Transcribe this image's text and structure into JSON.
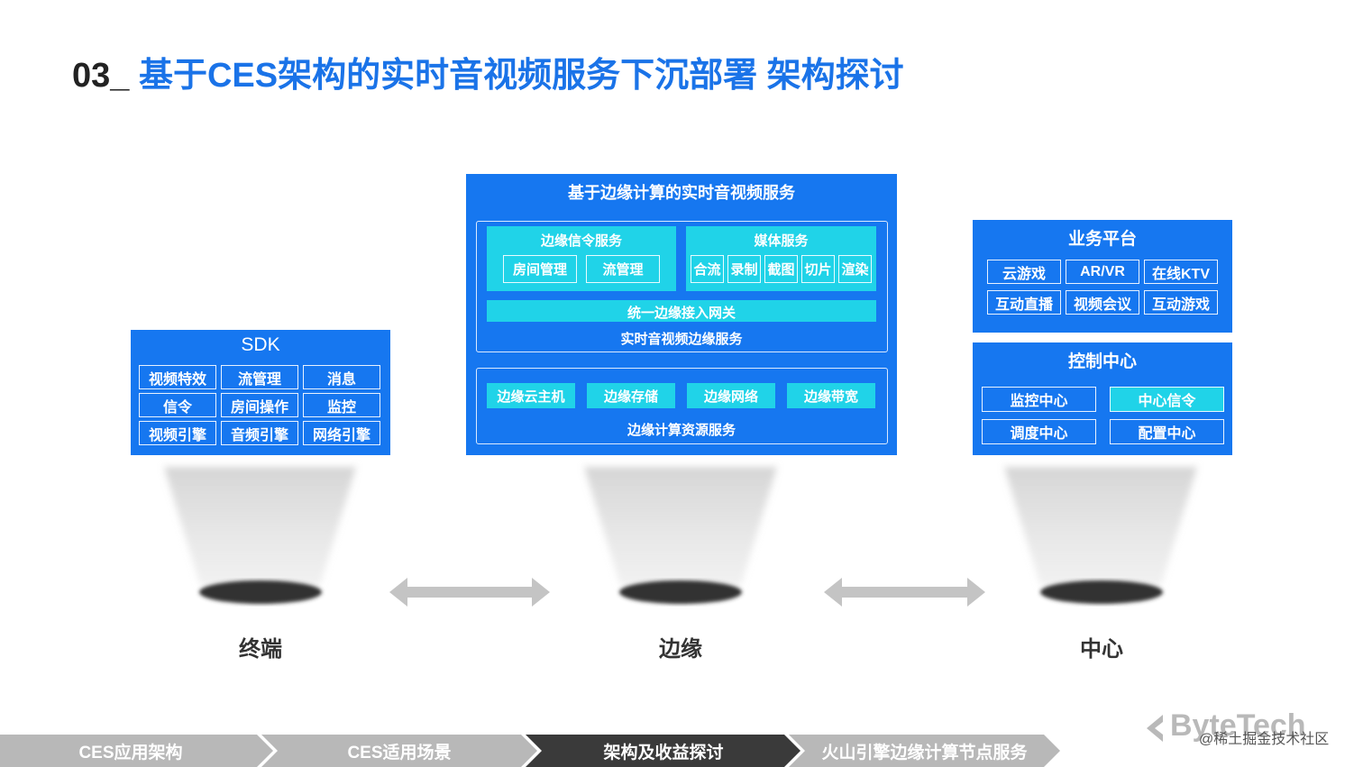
{
  "title": {
    "number": "03_",
    "text": "基于CES架构的实时音视频服务下沉部署 架构探讨"
  },
  "sdk": {
    "heading": "SDK",
    "items": [
      "视频特效",
      "流管理",
      "消息",
      "信令",
      "房间操作",
      "监控",
      "视频引擎",
      "音频引擎",
      "网络引擎"
    ]
  },
  "edge": {
    "heading": "基于边缘计算的实时音视频服务",
    "signaling": {
      "heading": "边缘信令服务",
      "items": [
        "房间管理",
        "流管理"
      ]
    },
    "media": {
      "heading": "媒体服务",
      "items": [
        "合流",
        "录制",
        "截图",
        "切片",
        "渲染"
      ]
    },
    "gateway": "统一边缘接入网关",
    "rtc_service": "实时音视频边缘服务",
    "resources": {
      "items": [
        "边缘云主机",
        "边缘存储",
        "边缘网络",
        "边缘带宽"
      ],
      "label": "边缘计算资源服务"
    }
  },
  "business": {
    "heading": "业务平台",
    "items": [
      "云游戏",
      "AR/VR",
      "在线KTV",
      "互动直播",
      "视频会议",
      "互动游戏"
    ]
  },
  "control": {
    "heading": "控制中心",
    "items": [
      "监控中心",
      "中心信令",
      "调度中心",
      "配置中心"
    ]
  },
  "bottom_labels": [
    "终端",
    "边缘",
    "中心"
  ],
  "breadcrumbs": [
    "CES应用架构",
    "CES适用场景",
    "架构及收益探讨",
    "火山引擎边缘计算节点服务"
  ],
  "active_breadcrumb": 2,
  "brand": "ByteTech",
  "watermark": "@稀土掘金技术社区",
  "colors": {
    "panel": "#1677f0",
    "accent": "#20d3e8",
    "title": "#1a73e8",
    "crumb_active": "#3a3a3a",
    "crumb_inactive": "#b8b8b8"
  }
}
